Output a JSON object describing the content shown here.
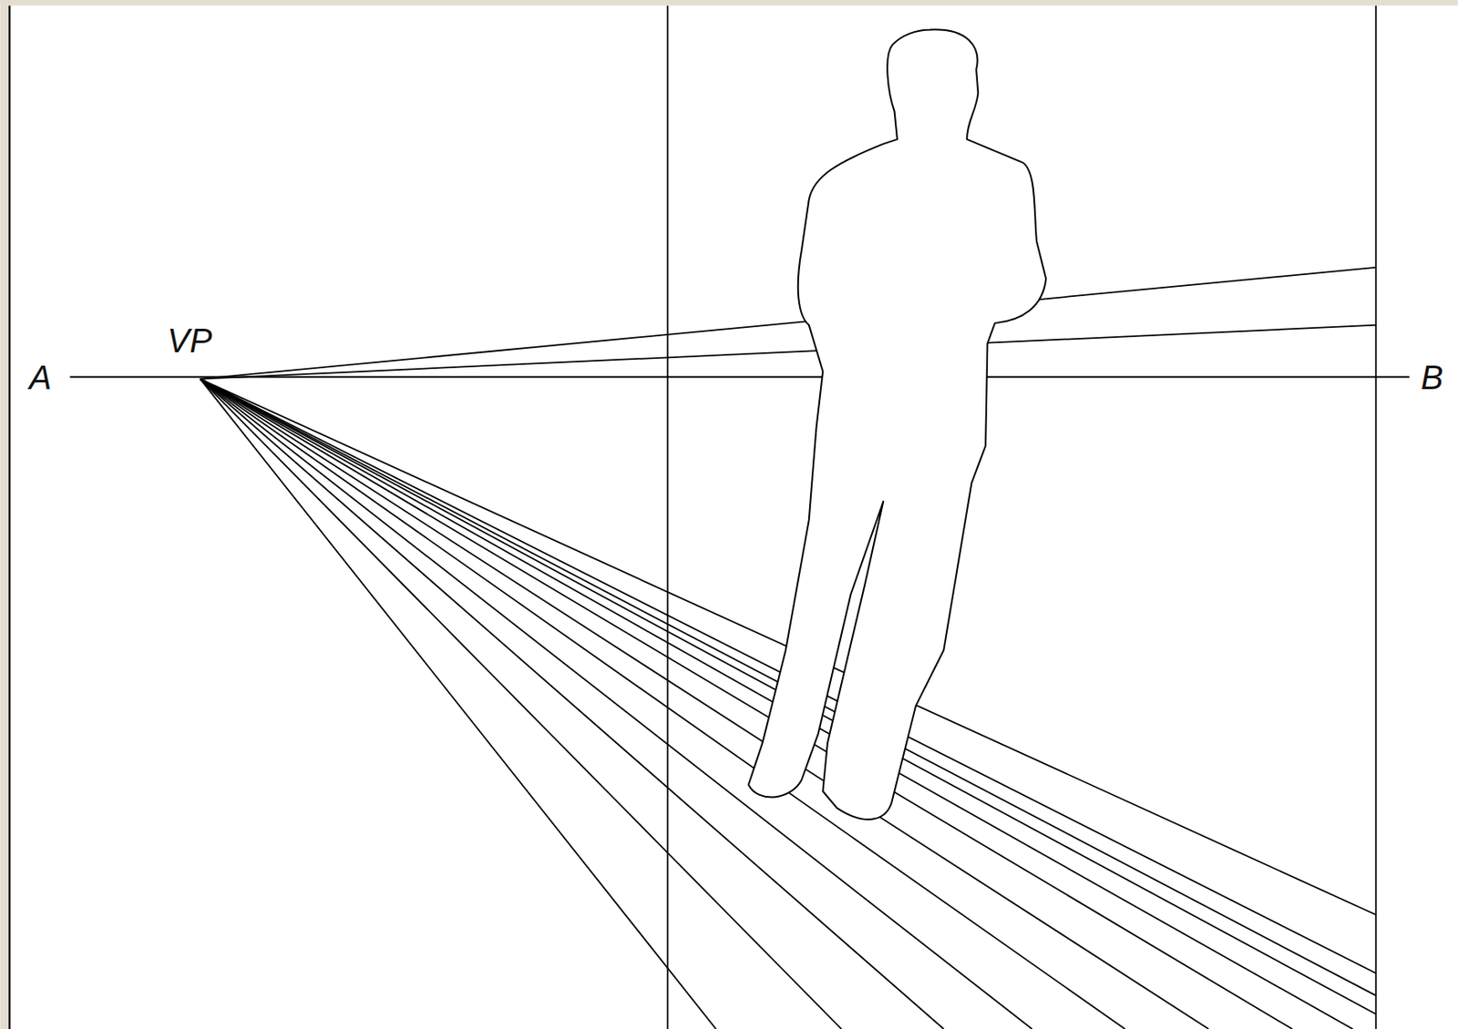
{
  "diagram": {
    "labels": [
      "A",
      "VP",
      "B"
    ]
  }
}
